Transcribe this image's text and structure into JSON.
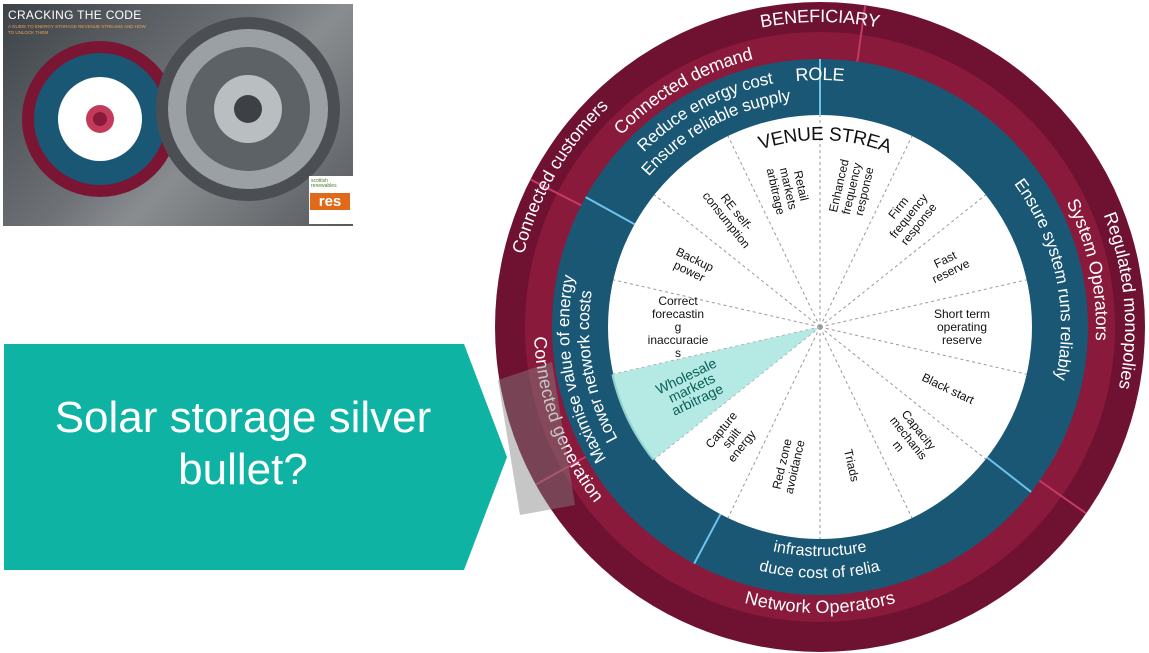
{
  "thumbnail": {
    "title": "CRACKING THE CODE",
    "subtitle": "A GUIDE TO ENERGY STORAGE REVENUE STREAMS AND HOW TO UNLOCK THEM",
    "logo_brand": "scottish renewables",
    "logo_res": "res"
  },
  "callout": {
    "text": "Solar storage silver bullet?",
    "color": "#0fb3a4"
  },
  "wheel": {
    "colors": {
      "outer": "#6f1232",
      "middle": "#8a1a3c",
      "inner": "#1a5774",
      "divider": "#6fc3ea",
      "highlight": "#a8e6df"
    },
    "beneficiaries": [
      "BENEFICIARY",
      "Connected customers",
      "Regulated monopolies"
    ],
    "groups": [
      "Connected demand",
      "System Operators",
      "Network Operators",
      "Connected generation"
    ],
    "roles": {
      "header": "ROLE",
      "items": [
        [
          "Reduce energy cost",
          "Ensure reliable supply"
        ],
        [
          "Ensure system runs reliably"
        ],
        [
          "Reduce cost of reliable",
          "infrastructure"
        ],
        [
          "Maximise value of energy",
          "Lower network costs"
        ]
      ]
    },
    "revenue_header": "REVENUE STREAM",
    "revenue_streams": [
      [
        "Enhanced",
        "frequency",
        "response"
      ],
      [
        "Firm",
        "frequency",
        "response"
      ],
      [
        "Fast",
        "reserve"
      ],
      [
        "Short term",
        "operating",
        "reserve"
      ],
      [
        "Black start"
      ],
      [
        "Capacity",
        "mechanis",
        "m"
      ],
      [
        "Triads"
      ],
      [
        "Red zone",
        "avoidance"
      ],
      [
        "Capture",
        "spilt",
        "energy"
      ],
      [
        "Wholesale",
        "markets",
        "arbitrage"
      ],
      [
        "Correct",
        "forecastin",
        "g",
        "inaccuracie",
        "s"
      ],
      [
        "Backup",
        "power"
      ],
      [
        "RE self-",
        "consumption"
      ],
      [
        "Retail",
        "markets",
        "arbitrage"
      ]
    ]
  }
}
